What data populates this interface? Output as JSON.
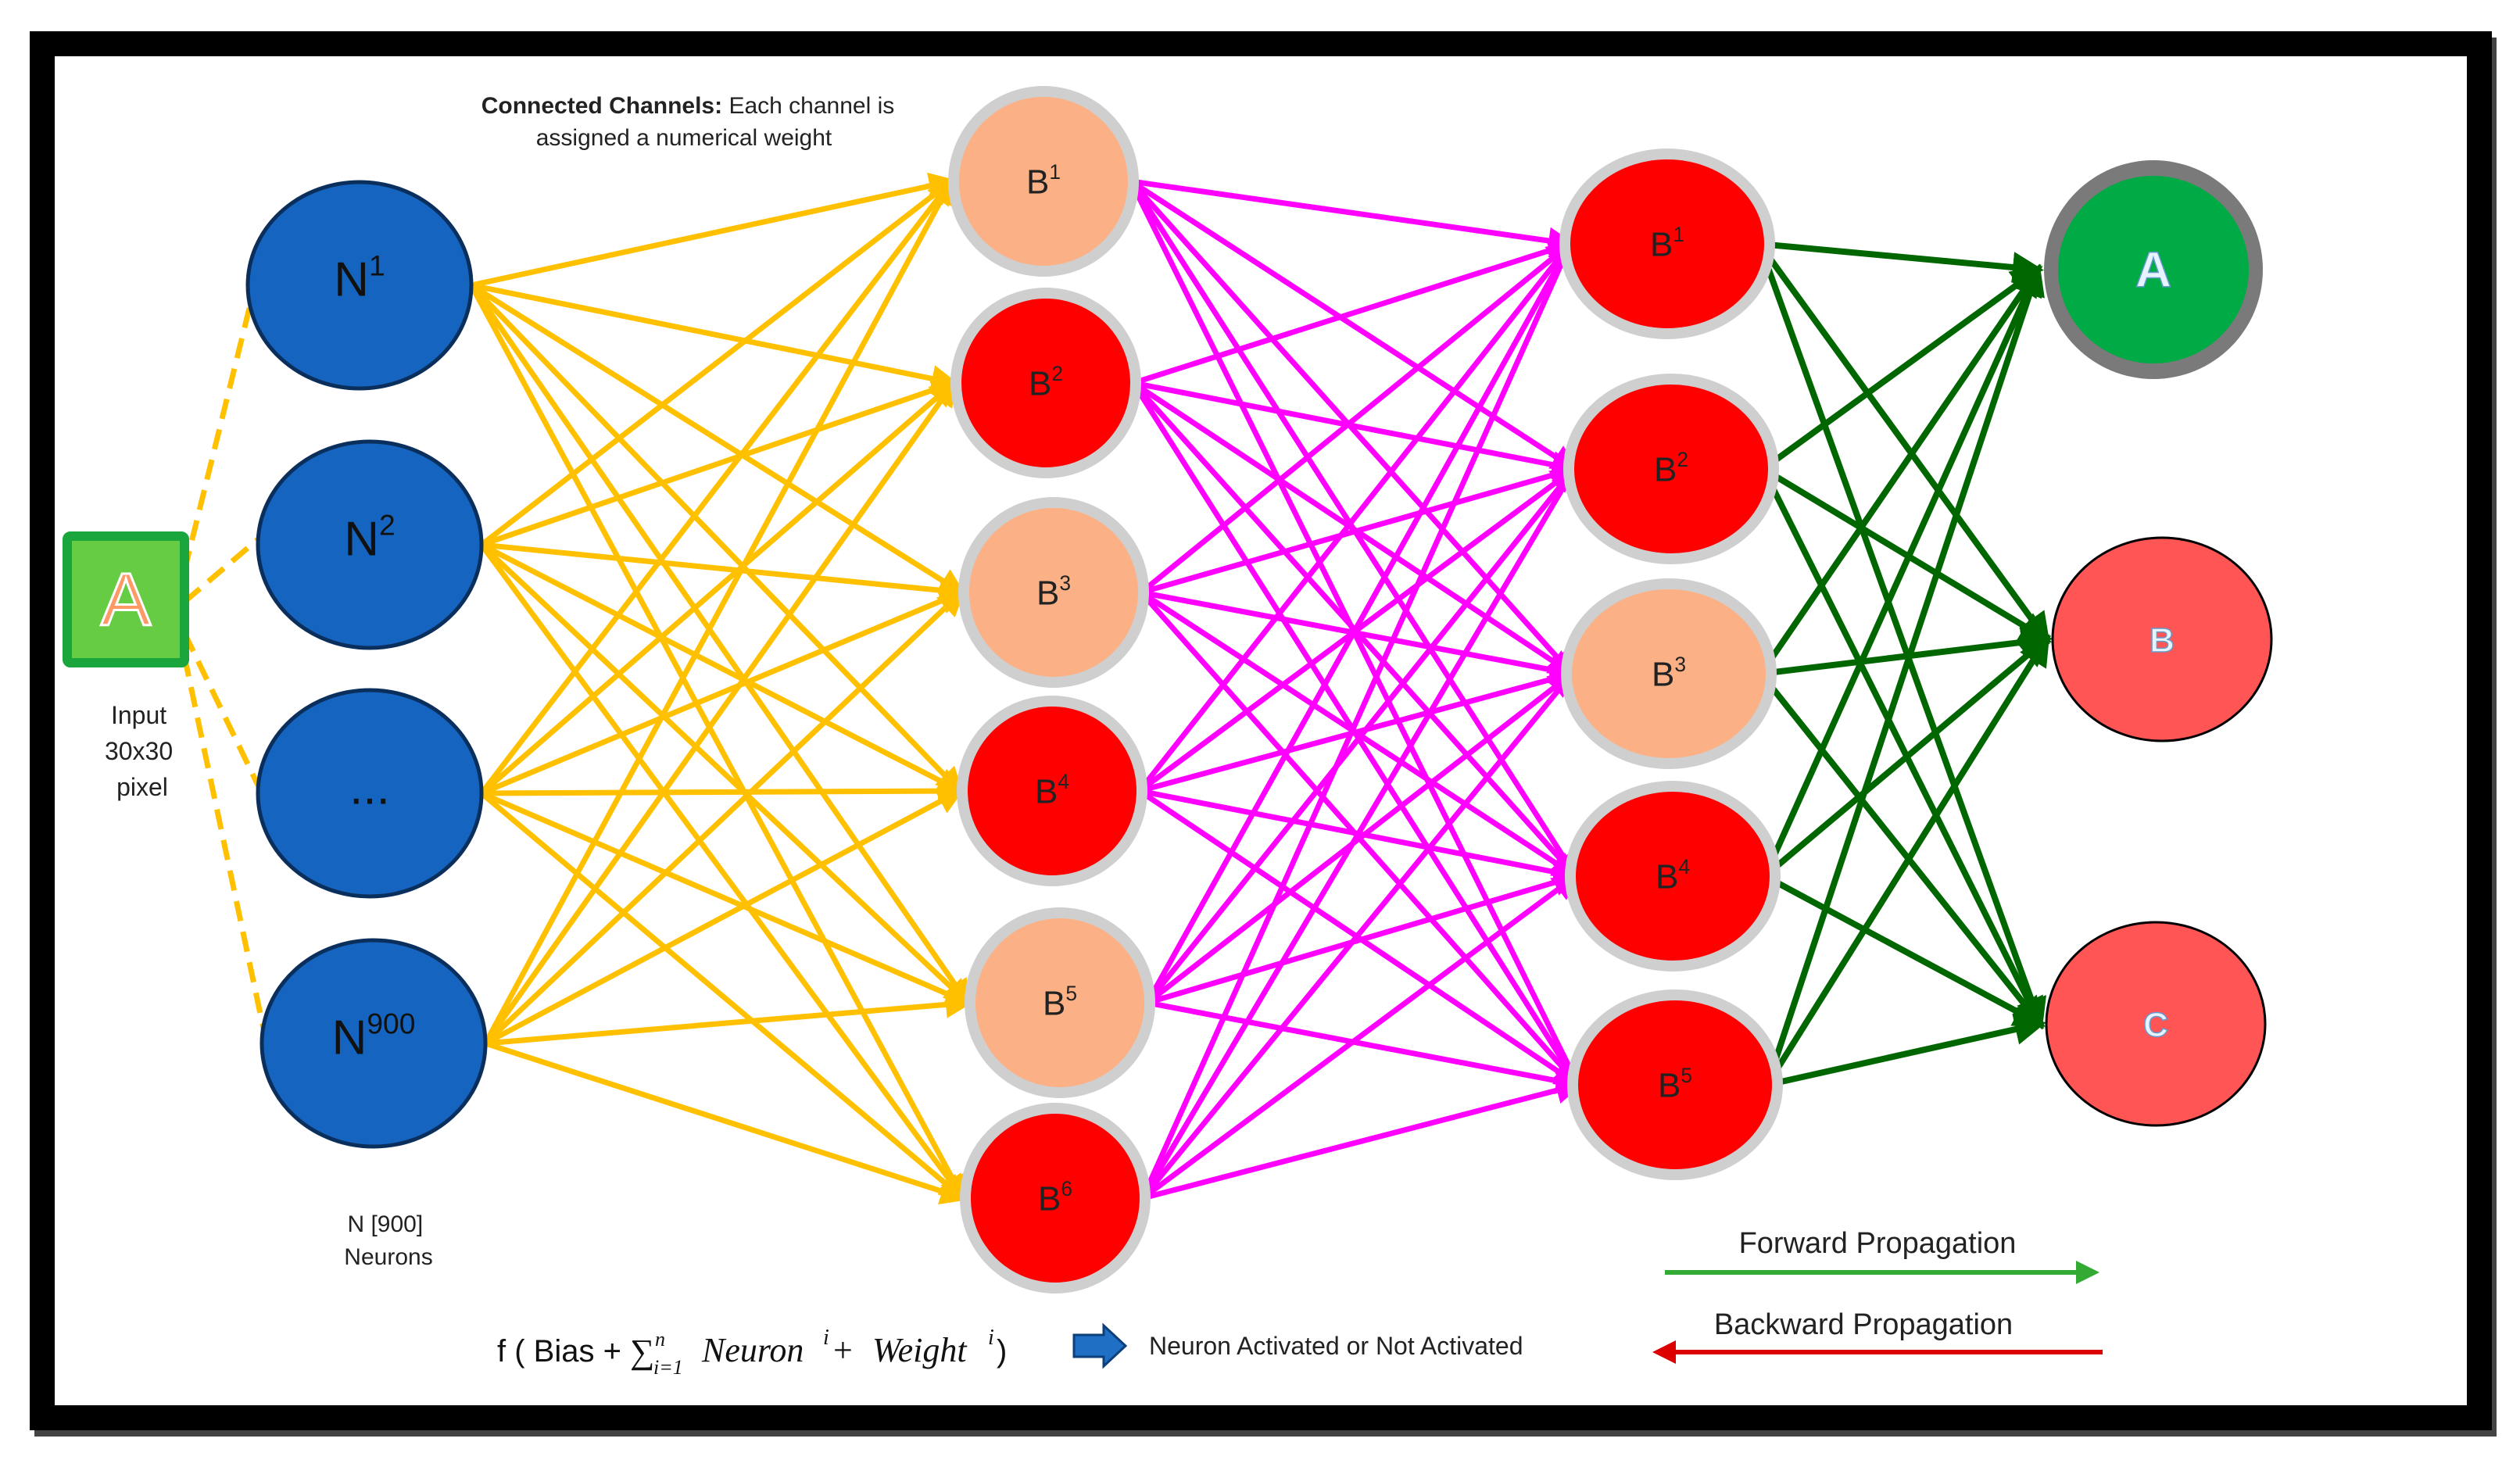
{
  "header": {
    "title_bold": "Connected Channels:",
    "title_rest": " Each channel is",
    "title_line2": "assigned a numerical weight"
  },
  "input": {
    "glyph": "A",
    "label_lines": [
      "Input",
      "30x30",
      "pixel"
    ],
    "fill": "#66cc44",
    "border": "#1aa63c",
    "glyph_color": "#ff9966"
  },
  "layer1": {
    "caption_lines": [
      "N [900]",
      "Neurons"
    ],
    "color": "#1565c0",
    "nodes": [
      {
        "base": "N",
        "sup": "1"
      },
      {
        "base": "N",
        "sup": "2"
      },
      {
        "base": "...",
        "sup": ""
      },
      {
        "base": "N",
        "sup": "900"
      }
    ]
  },
  "layer2": {
    "nodes": [
      {
        "base": "B",
        "sup": "1",
        "fill": "#fbb185"
      },
      {
        "base": "B",
        "sup": "2",
        "fill": "#ff0000"
      },
      {
        "base": "B",
        "sup": "3",
        "fill": "#fbb185"
      },
      {
        "base": "B",
        "sup": "4",
        "fill": "#ff0000"
      },
      {
        "base": "B",
        "sup": "5",
        "fill": "#fbb185"
      },
      {
        "base": "B",
        "sup": "6",
        "fill": "#ff0000"
      }
    ]
  },
  "layer3": {
    "nodes": [
      {
        "base": "B",
        "sup": "1",
        "fill": "#ff0000"
      },
      {
        "base": "B",
        "sup": "2",
        "fill": "#ff0000"
      },
      {
        "base": "B",
        "sup": "3",
        "fill": "#fbb185"
      },
      {
        "base": "B",
        "sup": "4",
        "fill": "#ff0000"
      },
      {
        "base": "B",
        "sup": "5",
        "fill": "#ff0000"
      }
    ]
  },
  "output": {
    "nodes": [
      {
        "label": "A",
        "fill": "#00aa44",
        "ring": "#7a7a7a"
      },
      {
        "label": "B",
        "fill": "#ff5555",
        "ring": "#000000"
      },
      {
        "label": "C",
        "fill": "#ff5555",
        "ring": "#000000"
      }
    ]
  },
  "edge_colors": {
    "input_to_layer1": "#ffc000",
    "layer1_to_layer2": "#ffc000",
    "layer2_to_layer3": "#ff00ff",
    "layer3_to_output": "#006600"
  },
  "formula": {
    "prefix": "f ( Bias + ",
    "sum_symbol": "∑",
    "sum_upper": "n",
    "sum_lower": "i=1",
    "term1": "Neuron",
    "term1_sup": "i",
    "plus": " + ",
    "term2": "Weight",
    "term2_sup": "i",
    "suffix": " )"
  },
  "activation_note": "Neuron Activated or Not Activated",
  "legend": {
    "forward_label": "Forward Propagation",
    "forward_color": "#33aa33",
    "backward_label": "Backward Propagation",
    "backward_color": "#dd0000"
  }
}
